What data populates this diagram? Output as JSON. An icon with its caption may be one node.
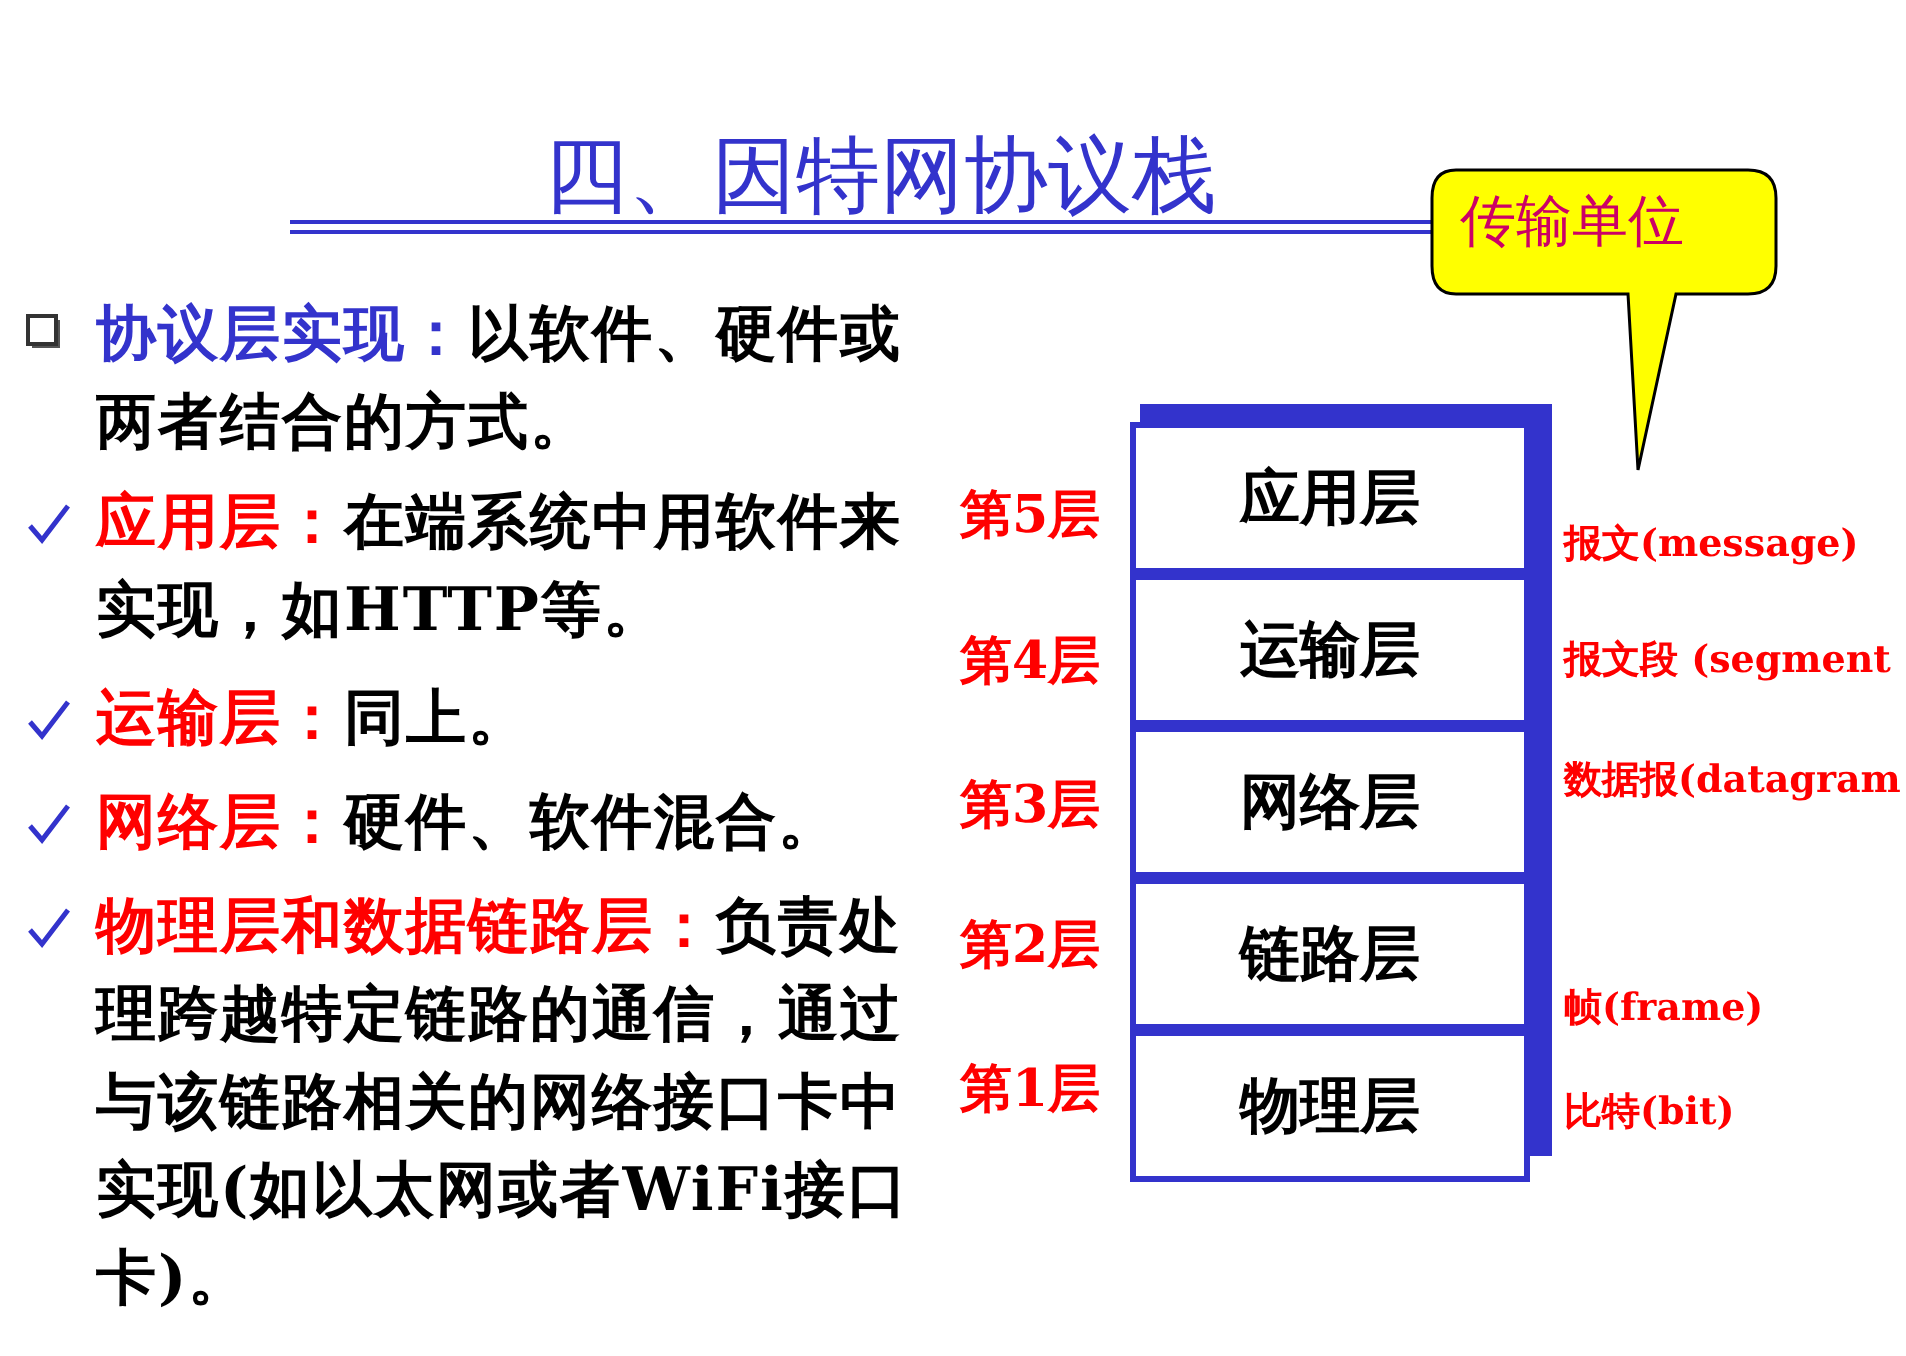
{
  "diagram": {
    "title": "四、因特网协议栈",
    "nodes": [
      {
        "text": [
          "传输单位"
        ]
      },
      {
        "text": [
          "应用层"
        ],
        "beside": [
          "第5层",
          "报文(message)"
        ]
      },
      {
        "text": [
          "运输层"
        ],
        "beside": [
          "第4层",
          "报文段 (segment"
        ]
      },
      {
        "text": [
          "网络层"
        ],
        "beside": [
          "第3层",
          "数据报(datagram"
        ]
      },
      {
        "text": [
          "链路层"
        ],
        "beside": [
          "第2层",
          "帧(frame)"
        ]
      },
      {
        "text": [
          "物理层"
        ],
        "beside": [
          "第1层",
          "比特(bit)"
        ]
      }
    ],
    "edges": [],
    "labels": [
      "协议层实现：",
      "以软件、硬件或两者结合的方式。",
      "应用层：",
      "在端系统中用软件来实现，如HTTP等。",
      "运输层：",
      "同上。",
      "网络层：",
      "硬件、软件混合。",
      "物理层和数据链路层：",
      "负责处理跨越特定链路的通信，通过与该链路相关的网络接口卡中实现(如以太网或者WiFi接口卡)。"
    ]
  }
}
